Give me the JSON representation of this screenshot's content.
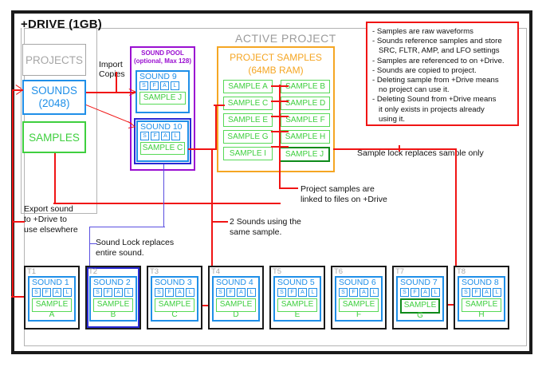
{
  "diagram": {
    "drive_title": "+DRIVE (1GB)",
    "active_project_title": "ACTIVE PROJECT"
  },
  "drive": {
    "projects_label": "PROJECTS",
    "sounds_label_line1": "SOUNDS",
    "sounds_label_line2": "(2048)",
    "samples_label": "SAMPLES"
  },
  "import": {
    "line1": "Import",
    "line2": "Copies"
  },
  "sound_pool": {
    "title_line1": "SOUND POOL",
    "title_line2": "(optional, Max 128)",
    "sounds": [
      {
        "name": "SOUND 9",
        "params": [
          "S",
          "F",
          "A",
          "L"
        ],
        "sample": "SAMPLE J",
        "locked": false
      },
      {
        "name": "SOUND 10",
        "params": [
          "S",
          "F",
          "A",
          "L"
        ],
        "sample": "SAMPLE C",
        "locked": true
      }
    ]
  },
  "project_samples": {
    "title_line1": "PROJECT SAMPLES",
    "title_line2": "(64MB RAM)",
    "rows": [
      {
        "left": "SAMPLE A",
        "right": "SAMPLE B",
        "left_locked": false,
        "right_locked": false
      },
      {
        "left": "SAMPLE C",
        "right": "SAMPLE D",
        "left_locked": false,
        "right_locked": false
      },
      {
        "left": "SAMPLE E",
        "right": "SAMPLE F",
        "left_locked": false,
        "right_locked": false
      },
      {
        "left": "SAMPLE G",
        "right": "SAMPLE H",
        "left_locked": false,
        "right_locked": false
      },
      {
        "left": "SAMPLE I",
        "right": "SAMPLE J",
        "left_locked": false,
        "right_locked": true
      }
    ]
  },
  "notes": {
    "items": [
      "- Samples are raw waveforms",
      "- Sounds reference samples and store",
      "   SRC, FLTR, AMP, and LFO settings",
      "- Samples are referenced to on +Drive.",
      "- Sounds are copied to project.",
      "- Deleting sample from +Drive means",
      "   no project can use it.",
      "- Deleting Sound from +Drive means",
      "   it only exists in projects already",
      "   using it."
    ]
  },
  "annotations": {
    "sample_lock": "Sample lock replaces sample only",
    "project_samples_linked_line1": "Project samples are",
    "project_samples_linked_line2": "linked to files on +Drive",
    "two_sounds_line1": "2 Sounds using the",
    "two_sounds_line2": "same sample.",
    "export_line1": "Export sound",
    "export_line2": "to +Drive to",
    "export_line3": "use elsewhere",
    "sound_lock_line1": "Sound Lock replaces",
    "sound_lock_line2": "entire sound."
  },
  "tracks": [
    {
      "id": "T1",
      "sound": "SOUND 1",
      "params": [
        "S",
        "F",
        "A",
        "L"
      ],
      "sample": "SAMPLE A",
      "sample_locked": false,
      "sound_locked": false
    },
    {
      "id": "T2",
      "sound": "SOUND 2",
      "params": [
        "S",
        "F",
        "A",
        "L"
      ],
      "sample": "SAMPLE B",
      "sample_locked": false,
      "sound_locked": true
    },
    {
      "id": "T3",
      "sound": "SOUND 3",
      "params": [
        "S",
        "F",
        "A",
        "L"
      ],
      "sample": "SAMPLE C",
      "sample_locked": false,
      "sound_locked": false
    },
    {
      "id": "T4",
      "sound": "SOUND 4",
      "params": [
        "S",
        "F",
        "A",
        "L"
      ],
      "sample": "SAMPLE D",
      "sample_locked": false,
      "sound_locked": false
    },
    {
      "id": "T5",
      "sound": "SOUND 5",
      "params": [
        "S",
        "F",
        "A",
        "L"
      ],
      "sample": "SAMPLE E",
      "sample_locked": false,
      "sound_locked": false
    },
    {
      "id": "T6",
      "sound": "SOUND 6",
      "params": [
        "S",
        "F",
        "A",
        "L"
      ],
      "sample": "SAMPLE F",
      "sample_locked": false,
      "sound_locked": false
    },
    {
      "id": "T7",
      "sound": "SOUND 7",
      "params": [
        "S",
        "F",
        "A",
        "L"
      ],
      "sample": "SAMPLE G",
      "sample_locked": true,
      "sound_locked": false
    },
    {
      "id": "T8",
      "sound": "SOUND 8",
      "params": [
        "S",
        "F",
        "A",
        "L"
      ],
      "sample": "SAMPLE H",
      "sample_locked": false,
      "sound_locked": false
    }
  ],
  "colors": {
    "sound_blue": "#1f8fe8",
    "sample_green": "#3fcf3f",
    "lock_green": "#0e8a1a",
    "pool_purple": "#9a0fd1",
    "sound_lock_blue": "#2a2ad4",
    "project_orange": "#f5a623",
    "connector_red": "#f01414",
    "connector_blue": "#5a4fe0",
    "gray": "#a6a6a6"
  }
}
